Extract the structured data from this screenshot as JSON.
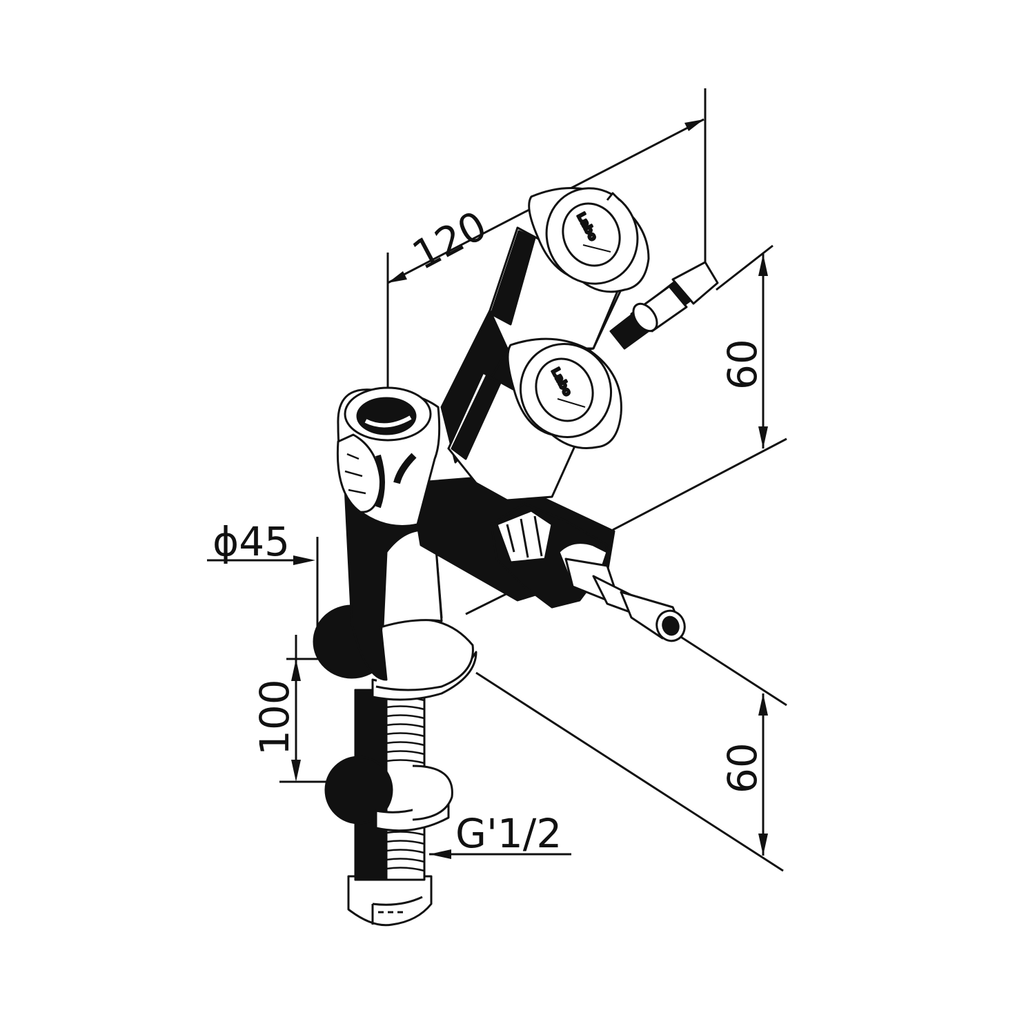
{
  "dimensions": {
    "width_120": "120",
    "height_60_upper": "60",
    "height_60_lower": "60",
    "diameter": "ϕ45",
    "height_100": "100",
    "thread": "G'1/2"
  },
  "knobs": {
    "upper_brand": "Labo",
    "lower_brand": "Labo"
  },
  "colors": {
    "ink": "#111111",
    "paper": "#ffffff"
  }
}
